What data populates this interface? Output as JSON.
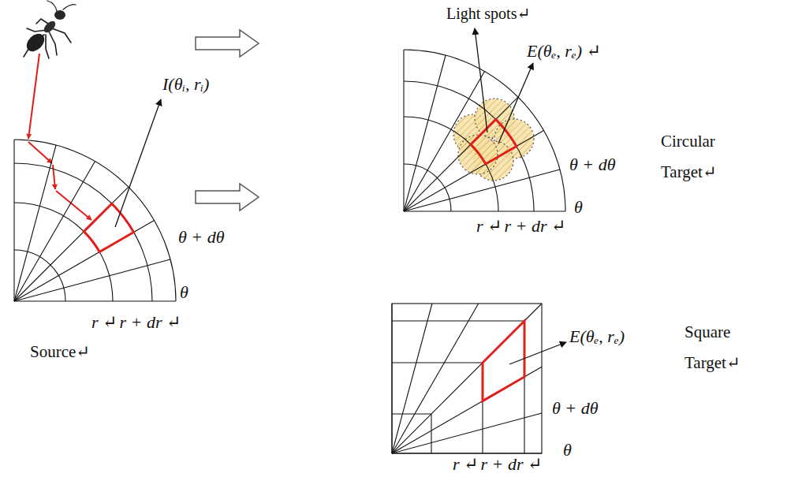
{
  "diagram": {
    "nodes": [
      {
        "text": [
          "Source↵"
        ]
      },
      {
        "text": [
          "Circular Target↵"
        ]
      },
      {
        "text": [
          "Square Target↵"
        ]
      }
    ],
    "edges": [
      {
        "from": 0,
        "to": 1,
        "arrow": "to"
      },
      {
        "from": 0,
        "to": 2,
        "arrow": "to"
      }
    ],
    "labels": [
      "I(θᵢ, rᵢ)",
      "θ + dθ",
      "θ",
      "r ↵",
      "r + dr ↵",
      "Light spots↵",
      "E(θₑ, rₑ) ↵",
      "θ + dθ",
      "θ",
      "r ↵",
      "r + dr ↵",
      "E(θₑ, rₑ)",
      "θ + dθ",
      "θ",
      "r ↵",
      "r + dr ↵"
    ]
  }
}
